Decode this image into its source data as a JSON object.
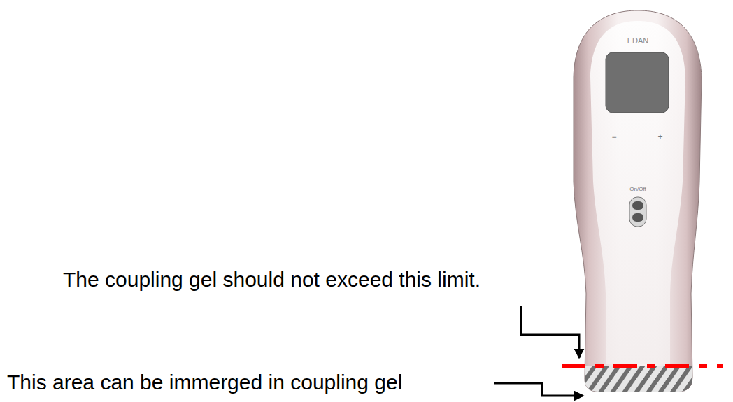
{
  "diagram": {
    "labels": [
      "The coupling gel should not exceed this limit.",
      "This area can be immerged in coupling gel",
      "EDAN",
      "−",
      "+",
      "On/Off"
    ]
  }
}
